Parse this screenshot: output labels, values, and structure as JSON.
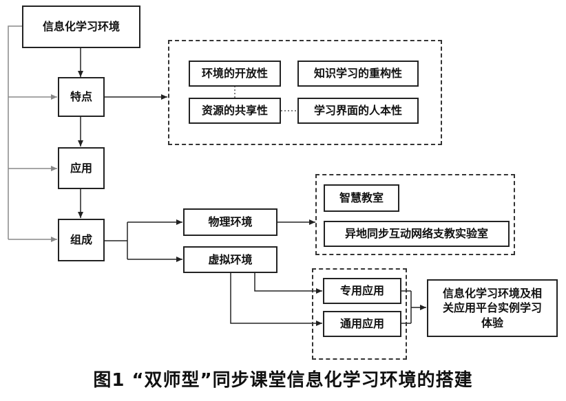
{
  "nodes": {
    "environment": "信息化学习环境",
    "features": "特点",
    "application": "应用",
    "composition": "组成",
    "openness": "环境的开放性",
    "reconstruction": "知识学习的重构性",
    "sharing": "资源的共享性",
    "humanization": "学习界面的人本性",
    "physical": "物理环境",
    "virtual": "虚拟环境",
    "smart_classroom": "智慧教室",
    "remote_lab": "异地同步互动网络支教实验室",
    "dedicated_app": "专用应用",
    "general_app": "通用应用",
    "platform": "信息化学习环境及相关应用平台实例学习体验"
  },
  "caption": "图1 “双师型”同步课堂信息化学习环境的搭建"
}
